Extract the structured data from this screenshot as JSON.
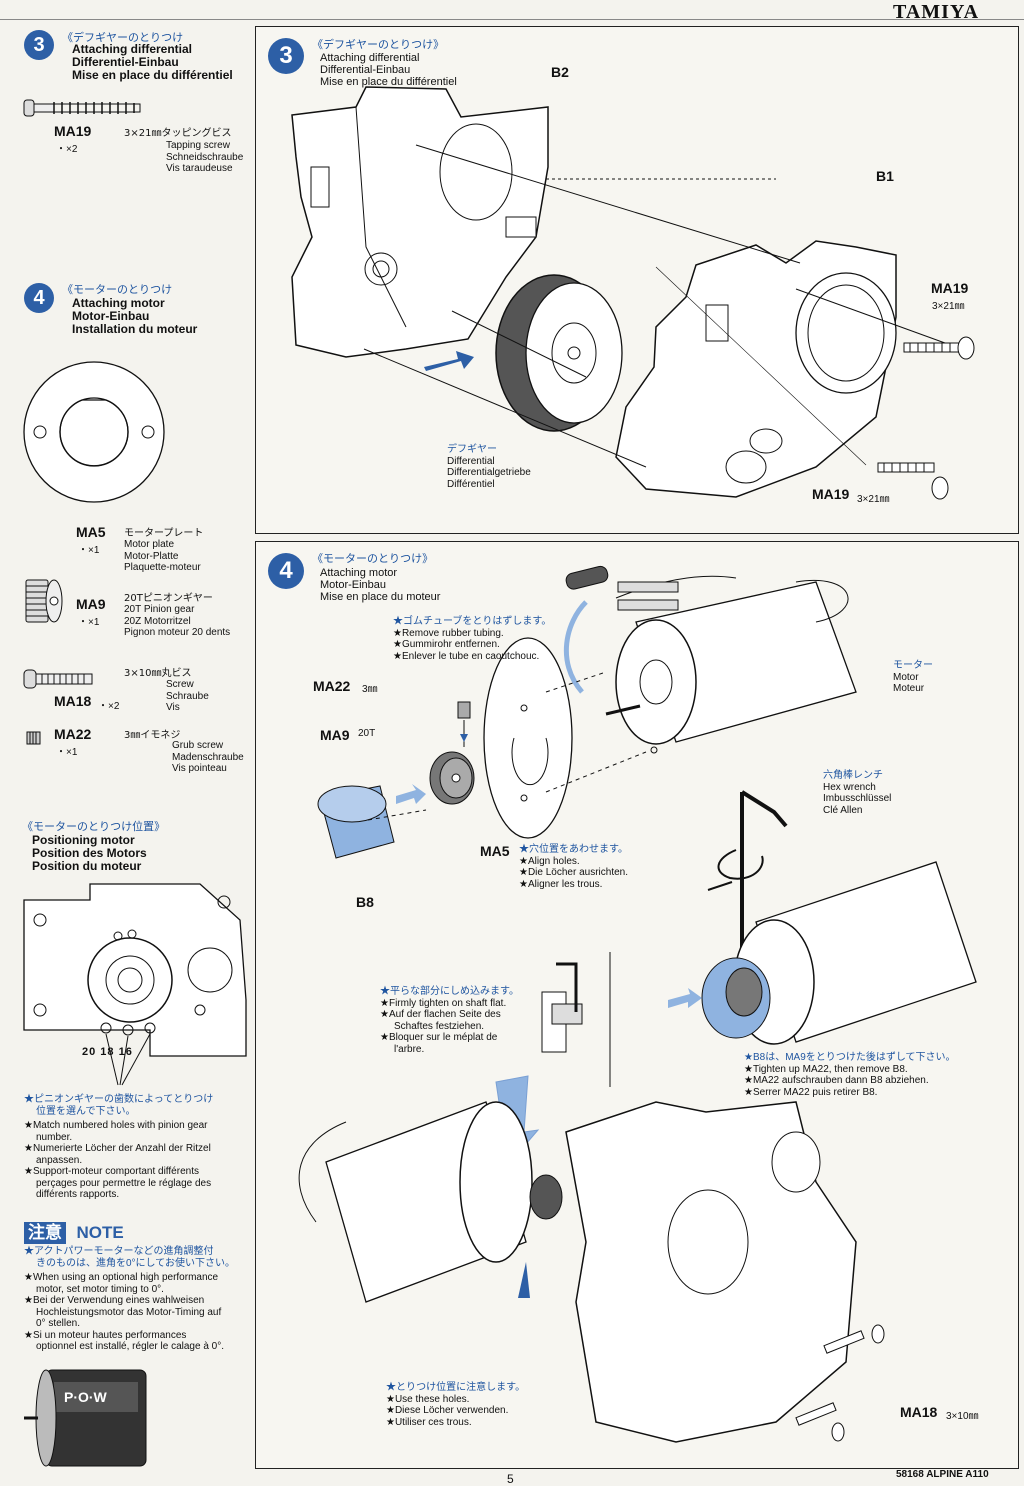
{
  "brand": "TAMIYA",
  "footer": {
    "page_number": "5",
    "model": "58168 ALPINE A110"
  },
  "sidebar": {
    "step3": {
      "number": "3",
      "jp": "《デフギヤーのとりつけ",
      "en": "Attaching differential",
      "de": "Differentiel-Einbau",
      "fr": "Mise en place du différentiel"
    },
    "ma19": {
      "code": "MA19",
      "qty": "・×2",
      "jp": "3×21㎜タッピングビス",
      "l1": "Tapping screw",
      "l2": "Schneidschraube",
      "l3": "Vis taraudeuse"
    },
    "step4": {
      "number": "4",
      "jp": "《モーターのとりつけ",
      "en": "Attaching motor",
      "de": "Motor-Einbau",
      "fr": "Installation du moteur"
    },
    "ma5": {
      "code": "MA5",
      "qty": "・×1",
      "jp": "モータープレート",
      "l1": "Motor plate",
      "l2": "Motor-Platte",
      "l3": "Plaquette-moteur"
    },
    "ma9": {
      "code": "MA9",
      "qty": "・×1",
      "jp": "20Tピニオンギヤー",
      "l1": "20T Pinion gear",
      "l2": "20Z Motorritzel",
      "l3": "Pignon moteur 20 dents"
    },
    "ma18": {
      "code": "MA18",
      "qty": "・×2",
      "jp": "3×10㎜丸ビス",
      "l1": "Screw",
      "l2": "Schraube",
      "l3": "Vis"
    },
    "ma22": {
      "code": "MA22",
      "qty": "・×1",
      "jp": "3㎜イモネジ",
      "l1": "Grub screw",
      "l2": "Madenschraube",
      "l3": "Vis pointeau"
    },
    "positioning": {
      "jp": "《モーターのとりつけ位置》",
      "en": "Positioning motor",
      "de": "Position des Motors",
      "fr": "Position du moteur",
      "holes": "20 18 16"
    },
    "pinion_note": {
      "jp1": "★ピニオンギヤーの歯数によってとりつけ",
      "jp2": "位置を選んで下さい。",
      "en1": "★Match numbered holes with pinion gear",
      "en2": "number.",
      "de1": "★Numerierte Löcher der Anzahl der Ritzel",
      "de2": "anpassen.",
      "fr1": "★Support-moteur comportant différents",
      "fr2": "perçages pour permettre le réglage des",
      "fr3": "différents rapports."
    },
    "note": {
      "badge": "注意",
      "title": "NOTE",
      "jp1": "★アクトパワーモーターなどの進角調整付",
      "jp2": "きのものは、進角を0°にしてお使い下さい。",
      "en1": "★When using an optional high performance",
      "en2": "motor, set motor timing to 0°.",
      "de1": "★Bei der Verwendung eines wahlweisen",
      "de2": "Hochleistungsmotor das Motor-Timing auf",
      "de3": "0° stellen.",
      "fr1": "★Si un moteur hautes performances",
      "fr2": "optionnel est installé, régler le calage à 0°."
    }
  },
  "panel3": {
    "number": "3",
    "jp": "《デフギヤーのとりつけ》",
    "en": "Attaching differential",
    "de": "Differential-Einbau",
    "fr": "Mise en place du différentiel",
    "b2": "B2",
    "b1": "B1",
    "ma19_top": "MA19",
    "ma19_top_size": "3×21㎜",
    "ma19_bottom": "MA19",
    "ma19_bottom_size": "3×21㎜",
    "diff_jp": "デフギヤー",
    "diff_en": "Differential",
    "diff_de": "Differentialgetriebe",
    "diff_fr": "Différentiel"
  },
  "panel4": {
    "number": "4",
    "jp": "《モーターのとりつけ》",
    "en": "Attaching motor",
    "de": "Motor-Einbau",
    "fr": "Mise en place du moteur",
    "tube_jp": "★ゴムチューブをとりはずします。",
    "tube_en": "★Remove rubber tubing.",
    "tube_de": "★Gummirohr entfernen.",
    "tube_fr": "★Enlever le tube en caoutchouc.",
    "motor_jp": "モーター",
    "motor_en": "Motor",
    "motor_de": "Moteur",
    "ma22": "MA22",
    "ma22_size": "3㎜",
    "ma9": "MA9",
    "ma9_size": "20T",
    "ma5": "MA5",
    "b8": "B8",
    "align_jp": "★穴位置をあわせます。",
    "align_en": "★Align holes.",
    "align_de": "★Die Löcher ausrichten.",
    "align_fr": "★Aligner les trous.",
    "hex_jp": "六角棒レンチ",
    "hex_en": "Hex wrench",
    "hex_de": "Imbusschlüssel",
    "hex_fr": "Clé Allen",
    "flat_jp": "★平らな部分にしめ込みます。",
    "flat_en": "★Firmly tighten on shaft flat.",
    "flat_de1": "★Auf der flachen Seite des",
    "flat_de2": "Schaftes festziehen.",
    "flat_fr1": "★Bloquer sur le méplat de",
    "flat_fr2": "l'arbre.",
    "b8_jp": "★B8は、MA9をとりつけた後はずして下さい。",
    "b8_en": "★Tighten up MA22, then remove B8.",
    "b8_de": "★MA22 aufschrauben dann B8 abziehen.",
    "b8_fr": "★Serrer MA22 puis retirer B8.",
    "pos_jp": "★とりつけ位置に注意します。",
    "pos_en": "★Use these holes.",
    "pos_de": "★Diese Löcher verwenden.",
    "pos_fr": "★Utiliser ces trous.",
    "ma18": "MA18",
    "ma18_size": "3×10㎜"
  },
  "colors": {
    "accent": "#2d5fa6",
    "highlight": "#8fb3e0"
  }
}
